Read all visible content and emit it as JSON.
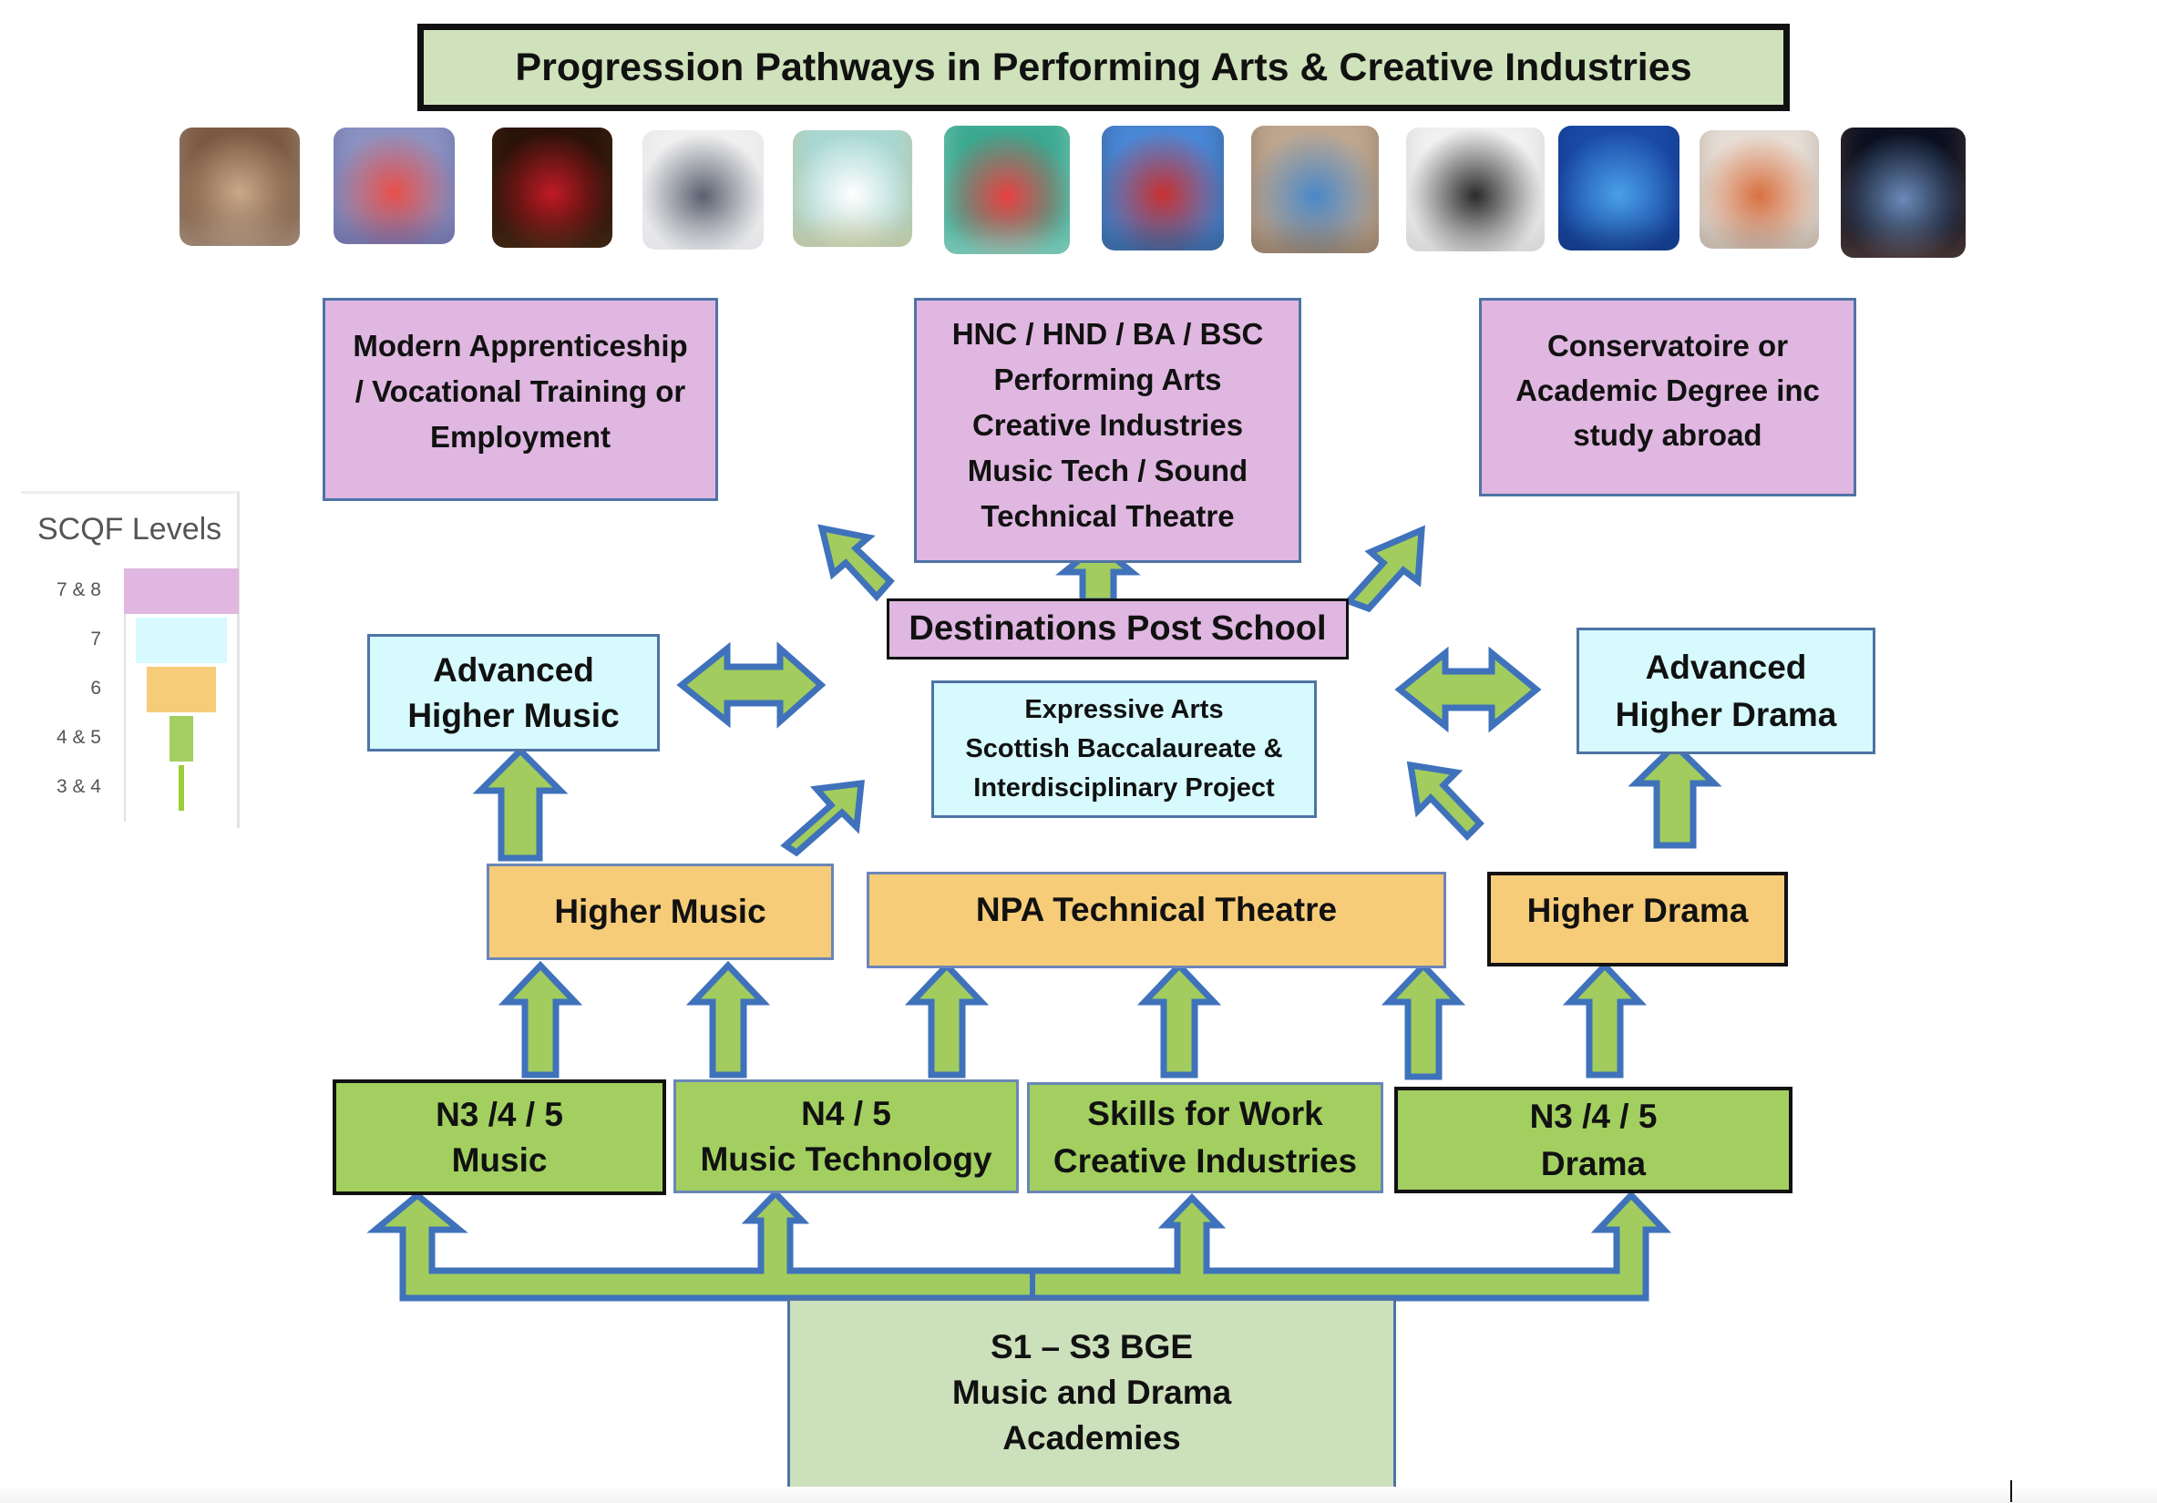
{
  "title": "Progression Pathways in Performing Arts & Creative Industries",
  "image_strip": [
    {
      "icon": "students-rehearsal-photo",
      "colors": [
        "#7a5840",
        "#c9a98a",
        "#e8e0d8"
      ]
    },
    {
      "icon": "headphones-illustration",
      "colors": [
        "#8c94c4",
        "#e8504a",
        "#3a2a6a"
      ]
    },
    {
      "icon": "red-stage-curtain-photo",
      "colors": [
        "#2a1208",
        "#c01a24",
        "#6a4a2a"
      ]
    },
    {
      "icon": "film-clapperboard-photo",
      "colors": [
        "#f0f0f0",
        "#5a6070",
        "#c8ccd4"
      ]
    },
    {
      "icon": "film-production-illustration",
      "colors": [
        "#a8d8d4",
        "#ffffff",
        "#e8a040"
      ]
    },
    {
      "icon": "digital-media-megaphone-illustration",
      "colors": [
        "#3aa890",
        "#e84040",
        "#ffffff"
      ]
    },
    {
      "icon": "media-signpost-photo",
      "colors": [
        "#4a88d8",
        "#c83030",
        "#1a1a1a"
      ]
    },
    {
      "icon": "singer-microphone-photo",
      "colors": [
        "#c0a890",
        "#4a88c8",
        "#3a2a20"
      ]
    },
    {
      "icon": "performing-arts-logo",
      "colors": [
        "#f2f2f2",
        "#2a2a2a",
        "#9a9a9a"
      ]
    },
    {
      "icon": "blue-lit-stage-photo",
      "colors": [
        "#1a4aa8",
        "#4aa0e8",
        "#0a1a40"
      ]
    },
    {
      "icon": "actors-reading-script-photo",
      "colors": [
        "#e8e0d8",
        "#d87040",
        "#6a5040"
      ]
    },
    {
      "icon": "spotlight-performer-photo",
      "colors": [
        "#0a1020",
        "#6a8ab8",
        "#c08060"
      ]
    }
  ],
  "legend": {
    "title": "SCQF Levels",
    "levels": [
      {
        "label": "7 & 8",
        "color": "#dfb7e0",
        "relative_width": 1.0
      },
      {
        "label": "7",
        "color": "#d6fafd",
        "relative_width": 0.8
      },
      {
        "label": "6",
        "color": "#f6cc78",
        "relative_width": 0.6
      },
      {
        "label": "4 & 5",
        "color": "#a2cf60",
        "relative_width": 0.2
      },
      {
        "label": "3 & 4",
        "color": "#9ccc3c",
        "relative_width": 0.04
      }
    ]
  },
  "destinations": {
    "heading": "Destinations Post School",
    "apprenticeship": [
      "Modern Apprenticeship",
      "/ Vocational Training or",
      "Employment"
    ],
    "college": [
      "HNC / HND / BA / BSC",
      "Performing Arts",
      "Creative Industries",
      "Music Tech / Sound",
      "Technical Theatre"
    ],
    "conservatoire": [
      "Conservatoire or",
      "Academic Degree inc",
      "study abroad"
    ]
  },
  "level7": {
    "adv_higher_music": [
      "Advanced",
      "Higher Music"
    ],
    "expressive_arts": [
      "Expressive Arts",
      "Scottish Baccalaureate &",
      "Interdisciplinary Project"
    ],
    "adv_higher_drama": [
      "Advanced",
      "Higher Drama"
    ]
  },
  "level6": {
    "higher_music": "Higher Music",
    "npa_technical_theatre": "NPA Technical Theatre",
    "higher_drama": "Higher Drama"
  },
  "level45": {
    "music": [
      "N3 /4 / 5",
      "Music"
    ],
    "music_technology": [
      "N4 / 5",
      "Music Technology"
    ],
    "skills_for_work": [
      "Skills for Work",
      "Creative Industries"
    ],
    "drama": [
      "N3 /4 / 5",
      "Drama"
    ]
  },
  "bge": [
    "S1 – S3 BGE",
    "Music and Drama",
    "Academies"
  ],
  "colors": {
    "purple": "#dfb7e0",
    "cyan": "#d6fafd",
    "orange": "#f6cc78",
    "green": "#a2cf60",
    "light_green": "#cde0bc",
    "arrow_fill": "#a2cc5e",
    "arrow_stroke": "#3f72bb"
  }
}
